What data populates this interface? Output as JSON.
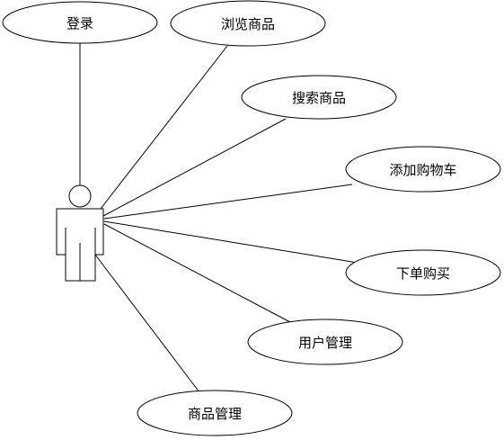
{
  "diagram": {
    "type": "use-case",
    "actor": {
      "label": ""
    },
    "use_cases": [
      {
        "id": "login",
        "label": "登录"
      },
      {
        "id": "browse-products",
        "label": "浏览商品"
      },
      {
        "id": "search-products",
        "label": "搜索商品"
      },
      {
        "id": "add-to-cart",
        "label": "添加购物车"
      },
      {
        "id": "place-order",
        "label": "下单购买"
      },
      {
        "id": "user-management",
        "label": "用户管理"
      },
      {
        "id": "product-management",
        "label": "商品管理"
      }
    ],
    "associations": [
      {
        "from": "actor",
        "to": "login"
      },
      {
        "from": "actor",
        "to": "browse-products"
      },
      {
        "from": "actor",
        "to": "search-products"
      },
      {
        "from": "actor",
        "to": "add-to-cart"
      },
      {
        "from": "actor",
        "to": "place-order"
      },
      {
        "from": "actor",
        "to": "user-management"
      },
      {
        "from": "actor",
        "to": "product-management"
      }
    ]
  }
}
